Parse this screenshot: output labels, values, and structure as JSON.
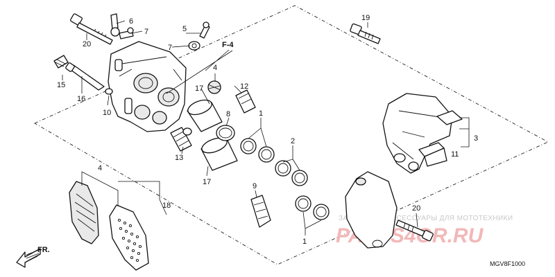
{
  "diagram": {
    "title": "F-4",
    "figure_code": "MGV8F1000",
    "direction_label": "FR.",
    "callouts": [
      {
        "id": "c1a",
        "text": "1"
      },
      {
        "id": "c1b",
        "text": "1"
      },
      {
        "id": "c2",
        "text": "2"
      },
      {
        "id": "c3",
        "text": "3"
      },
      {
        "id": "c4a",
        "text": "4"
      },
      {
        "id": "c4b",
        "text": "4"
      },
      {
        "id": "c5",
        "text": "5"
      },
      {
        "id": "c6",
        "text": "6"
      },
      {
        "id": "c7a",
        "text": "7"
      },
      {
        "id": "c7b",
        "text": "7"
      },
      {
        "id": "c8",
        "text": "8"
      },
      {
        "id": "c9",
        "text": "9"
      },
      {
        "id": "c10",
        "text": "10"
      },
      {
        "id": "c11",
        "text": "11"
      },
      {
        "id": "c12",
        "text": "12"
      },
      {
        "id": "c13",
        "text": "13"
      },
      {
        "id": "c15",
        "text": "15"
      },
      {
        "id": "c16",
        "text": "16"
      },
      {
        "id": "c17a",
        "text": "17"
      },
      {
        "id": "c17b",
        "text": "17"
      },
      {
        "id": "c18",
        "text": "18"
      },
      {
        "id": "c19",
        "text": "19"
      },
      {
        "id": "c20a",
        "text": "20"
      },
      {
        "id": "c20b",
        "text": "20"
      }
    ]
  },
  "watermark": {
    "caption": "ЗАПЧАСТИ И АКСЕССУАРЫ ДЛЯ МОТОТЕХНИКИ",
    "logo": "PARTS4OR.RU"
  }
}
